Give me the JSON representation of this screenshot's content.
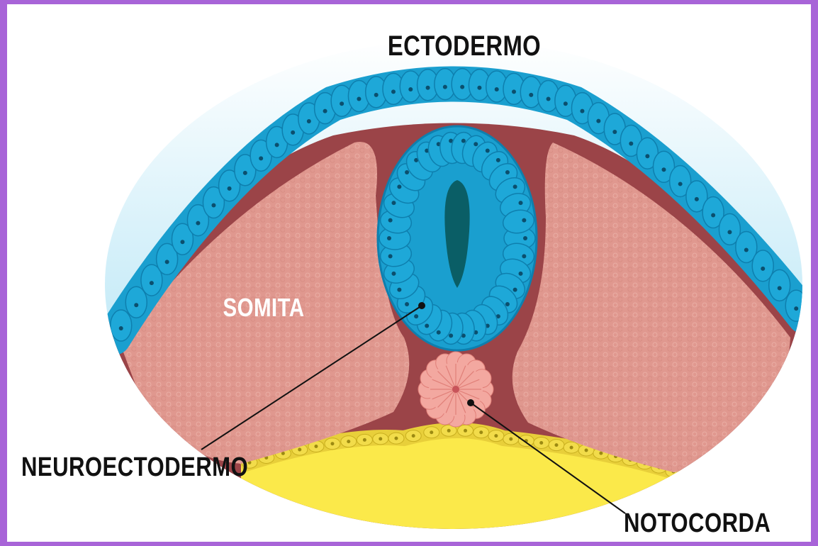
{
  "labels": {
    "ectodermo": "ECTODERMO",
    "somita": "SOMITA",
    "neuroectodermo": "NEUROECTODERMO",
    "notocorda": "NOTOCORDA"
  },
  "colors": {
    "frame": "#a864d8",
    "background_oval": "#d7f1fa",
    "ectoderm_cells": "#1a9fcf",
    "ectoderm_nuclei": "#0b4f6e",
    "mesenchyme": "#9b4448",
    "somite": "#e0988f",
    "neural_lumen": "#0a5e66",
    "notochord": "#f3a8a0",
    "yolk_cells": "#e8cf3a",
    "yolk": "#fbe94a",
    "text_dark": "#111111",
    "text_light": "#ffffff"
  }
}
